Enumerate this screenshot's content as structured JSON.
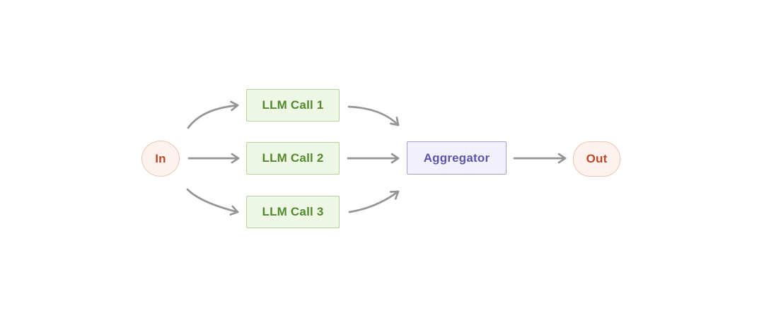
{
  "diagram": {
    "type": "flowchart",
    "nodes": {
      "in": {
        "label": "In",
        "shape": "circle"
      },
      "llm1": {
        "label": "LLM Call 1",
        "shape": "rectangle"
      },
      "llm2": {
        "label": "LLM Call 2",
        "shape": "rectangle"
      },
      "llm3": {
        "label": "LLM Call 3",
        "shape": "rectangle"
      },
      "aggregator": {
        "label": "Aggregator",
        "shape": "rectangle"
      },
      "out": {
        "label": "Out",
        "shape": "pill"
      }
    },
    "edges": [
      {
        "from": "in",
        "to": "llm1",
        "style": "curved"
      },
      {
        "from": "in",
        "to": "llm2",
        "style": "straight"
      },
      {
        "from": "in",
        "to": "llm3",
        "style": "curved"
      },
      {
        "from": "llm1",
        "to": "aggregator",
        "style": "curved"
      },
      {
        "from": "llm2",
        "to": "aggregator",
        "style": "straight"
      },
      {
        "from": "llm3",
        "to": "aggregator",
        "style": "curved"
      },
      {
        "from": "aggregator",
        "to": "out",
        "style": "straight"
      }
    ],
    "colors": {
      "background": "#ffffff",
      "llm_fill": "#eef7e5",
      "llm_border": "#b9d39e",
      "llm_text": "#52892c",
      "aggregator_fill": "#f2f1fb",
      "aggregator_border": "#a39ed6",
      "aggregator_text": "#5b55a9",
      "terminal_fill": "#fdf2ed",
      "terminal_border": "#edc5af",
      "terminal_text": "#bc4a28",
      "arrow": "#959595"
    }
  }
}
